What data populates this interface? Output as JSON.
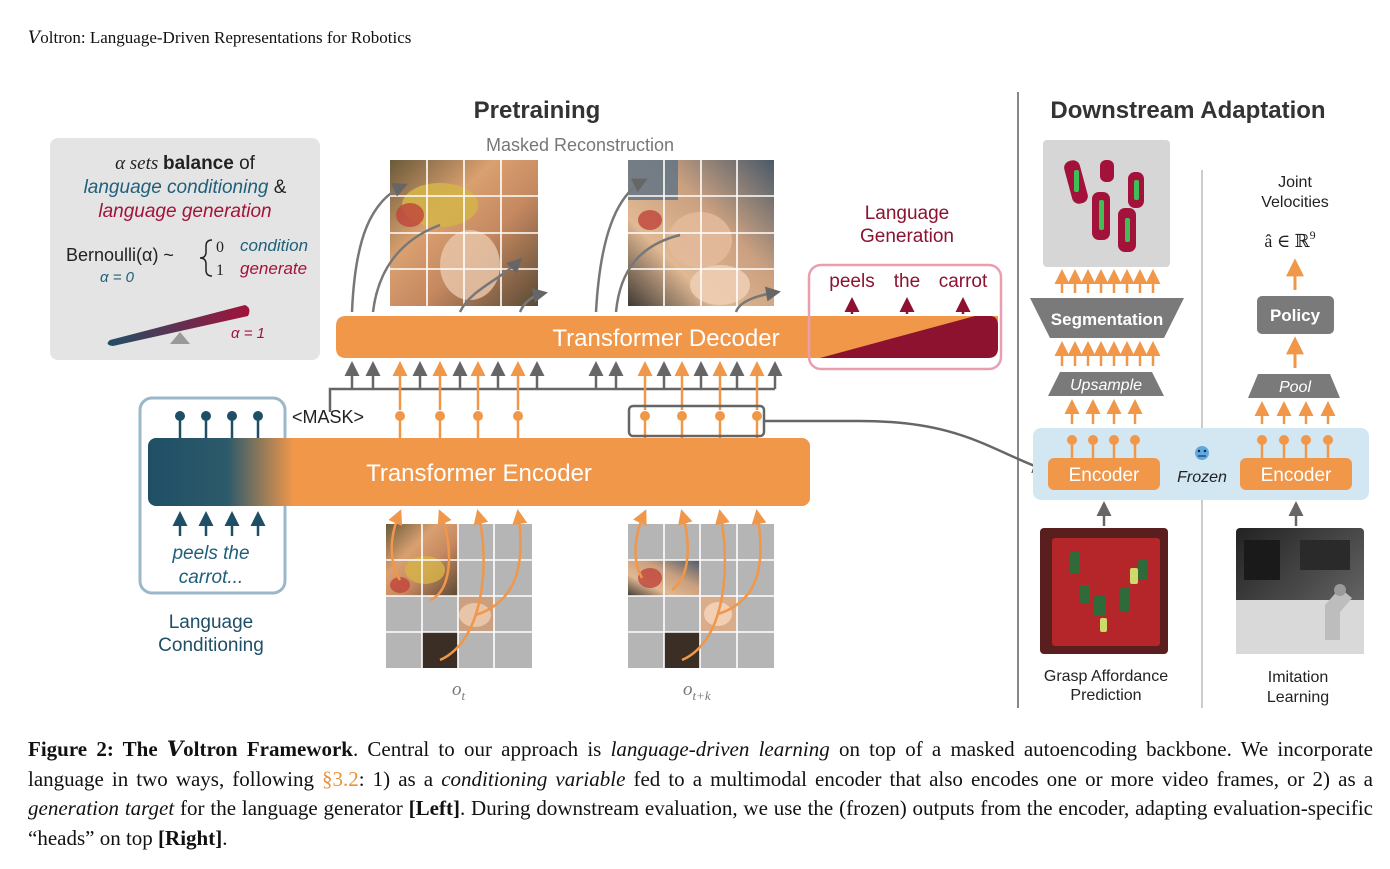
{
  "header": {
    "title_v": "V",
    "title_rest": "oltron: Language-Driven Representations for Robotics"
  },
  "figure": {
    "pretraining": {
      "title": "Pretraining",
      "subtitle": "Masked Reconstruction",
      "alpha_box": {
        "line1_a": "α sets ",
        "line1_b": "balance",
        "line1_c": " of",
        "line2": "language conditioning",
        "line2_amp": " &",
        "line3": "language generation",
        "bernoulli": "Bernoulli(α) ~",
        "alpha0": "α = 0",
        "cond_num": "0",
        "cond": "condition",
        "gen_num": "1",
        "gen": "generate",
        "alpha1": "α = 1"
      },
      "decoder_label": "Transformer Decoder",
      "encoder_label": "Transformer Encoder",
      "mask_label": "<MASK>",
      "lang_gen_title_1": "Language",
      "lang_gen_title_2": "Generation",
      "gen_tokens": [
        "peels",
        "the",
        "carrot"
      ],
      "lang_input_1": "peels the",
      "lang_input_2": "carrot...",
      "lang_cond_title_1": "Language",
      "lang_cond_title_2": "Conditioning",
      "frame_label_1": "o",
      "frame_label_1_sub": "t",
      "frame_label_2": "o",
      "frame_label_2_sub": "t+k"
    },
    "downstream": {
      "title": "Downstream Adaptation",
      "segmentation": "Segmentation",
      "upsample": "Upsample",
      "joint_1": "Joint",
      "joint_2": "Velocities",
      "action": "â ∈ ℝ",
      "action_sup": "9",
      "policy": "Policy",
      "pool": "Pool",
      "encoder_left": "Encoder",
      "encoder_right": "Encoder",
      "frozen": "Frozen",
      "grasp_1": "Grasp Affordance",
      "grasp_2": "Prediction",
      "imitation_1": "Imitation",
      "imitation_2": "Learning"
    }
  },
  "caption": {
    "label": "Figure 2: The ",
    "label_v": "V",
    "label_rest": "oltron Framework",
    "t1": ". Central to our approach is ",
    "t1_i": "language-driven learning",
    "t2": " on top of a masked autoencoding backbone. We incorporate language in two ways, following ",
    "ref": "§3.2",
    "t3": ": 1) as a ",
    "t3_i": "conditioning variable",
    "t4": " fed to a multimodal encoder that also encodes one or more video frames, or 2) as a ",
    "t4_i": "generation target",
    "t5": " for the language generator ",
    "left": "[Left]",
    "t6": ". During downstream evaluation, we use the (frozen) outputs from the encoder, adapting evaluation-specific “heads” on top ",
    "right": "[Right]",
    "t7": "."
  },
  "colors": {
    "orange": "#f0974a",
    "dark_teal": "#1f4f66",
    "crimson": "#8c1230",
    "grey_box": "#e4e4e4",
    "light_blue": "#d3e7f3",
    "grey_mark": "#888888"
  }
}
